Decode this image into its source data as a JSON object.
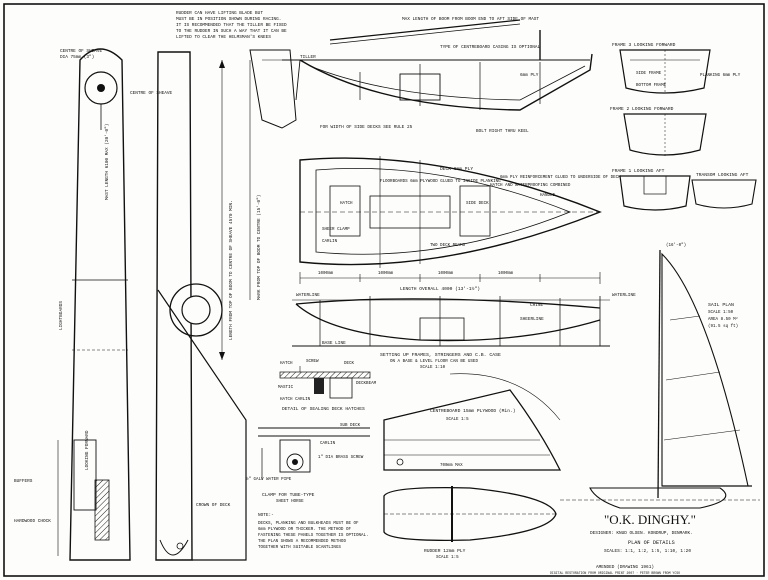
{
  "sheet": {
    "note_top_left": [
      "RUDDER CAN HAVE LIFTING BLADE BUT",
      "MUST BE IN POSITION SHOWN DURING RACING.",
      "IT IS RECOMMENDED THAT THE TILLER BE FIXED",
      "TO THE RUDDER IN SUCH A WAY THAT IT CAN BE",
      "LIFTED TO CLEAR THE HELMSMAN'S KNEES"
    ],
    "centre_of_sheave": "CENTRE OF SHEAVE",
    "centre_of_sheave_right": "CENTRE OF SHEAVE",
    "sheave_dia": "DIA 75mm (3\")",
    "mast_length_label": "LENGTH FROM TOP OF BOOM TO CENTRE OF SHEAVE 4570 MIN.",
    "mast_mark": "MARK FROM TOP OF BOOM TO CENTRE (15'-0\")",
    "mast_note": "MAST LENGTH 6100 MAX (20'-0\")",
    "lightboards": "LIGHTBOARDS",
    "buffers": "BUFFERS",
    "hardwood_chock": "HARDWOOD CHOCK",
    "looking_forward_note": "LOOKING FORWARD",
    "crown_of_deck": "CROWN OF DECK",
    "top_of_centreboard": "TYPE OF CENTREBOARD CASING IS OPTIONAL",
    "boom_note": "MAX LENGTH OF BOOM FROM BOOM END TO AFT SIDE OF MAST",
    "tiller": "TILLER",
    "plank_label": "6mm PLY",
    "deck_label": "DECK 6mm PLY",
    "frame3": "FRAME 3 LOOKING FORWARD",
    "frame2": "FRAME 2 LOOKING FORWARD",
    "frame1": "FRAME 1 LOOKING AFT",
    "transom": "TRANSOM LOOKING AFT",
    "bottom_frame": "BOTTOM FRAME",
    "side_frame": "SIDE FRAME",
    "planking": "PLANKING 6mm PLY",
    "decks_note": [
      "FOR WIDTH OF SIDE DECKS SEE RULE 25"
    ],
    "bolt_note": [
      "BOLT RIGHT THRU KEEL"
    ],
    "hatch": "HATCH",
    "sheerclamp": "SHEER CLAMP",
    "side_deck": "SIDE DECK",
    "carlin": "CARLIN",
    "floorboard": "FLOORBOARDS 6mm PLYWOOD GLUED TO INSIDE PLANKING",
    "two_deck_beams": "TWO DECK BEAMS",
    "reinforcement": "6mm PLY REINFORCEMENT GLUED TO UNDERSIDE OF DECK",
    "handle": "HANDLE",
    "hatch_waterproofing": "HATCH AND WATERPROOFING COMBINED",
    "length_overall": "LENGTH OVERALL 4000 (13'-1½\")",
    "dimension_1": "1000mm",
    "dimension_2": "1000mm",
    "dimension_3": "1000mm",
    "dimension_4": "1000mm",
    "waterline": "WATERLINE",
    "waterline_right": "WATERLINE",
    "base_line": "BASE LINE",
    "chine": "CHINE",
    "sheerline": "SHEERLINE",
    "setting_up": "SETTING UP FRAMES, STRINGERS AND C.B. CASE",
    "setting_up_sub": "ON A BASE & LEVEL FLOOR CAN BE USED",
    "setting_up_scale": "SCALE 1:10",
    "hatch_cover": "HATCH",
    "screw": "SCREW",
    "mastic": "MASTIC",
    "deckbeam": "DECKBEAM",
    "hatch_carlin": "HATCH CARLIN",
    "deck_small": "DECK",
    "sealing_detail": "DETAIL OF SEALING DECK HATCHES",
    "centreboard_title": "CENTREBOARD 15mm PLYWOOD (Min.)",
    "centreboard_scale": "SCALE 1:5",
    "centreboard_dim": "700mm MAX",
    "clamp_title": "CLAMP FOR TUBE-TYPE",
    "clamp_sub": "SHEET HORSE",
    "tube_label": "1\" DIA BRASS SCREW",
    "pipe_label": "½\" GALV WATER PIPE",
    "sub_deck": "SUB DECK",
    "notes_title": "NOTE:-",
    "notes": [
      "DECKS, PLANKING AND BULKHEADS MUST BE OF",
      "6mm PLYWOOD OR THICKER. THE METHOD OF",
      "FASTENING THESE PANELS TOGETHER IS OPTIONAL.",
      "THE PLAN SHOWS A RECOMMENDED METHOD",
      "TOGETHER WITH SUITABLE SCANTLINGS"
    ],
    "rudder_title": "RUDDER 12mm PLY",
    "rudder_scale": "SCALE 1:5",
    "sail_plan_title": "SAIL PLAN",
    "sail_plan_scale": "SCALE 1:50",
    "sail_area": "AREA 8.50 M²",
    "sail_area_ft": "(91.5 sq ft)",
    "main_title": "\"O.K. DINGHY.\"",
    "designer": "DESIGNER: KNUD OLSEN. KONDRUP, DENMARK.",
    "plan_of_details": "PLAN OF DETAILS",
    "scales": "SCALES: 1:1, 1:2, 1:5, 1:10, 1:20",
    "amended": "AMENDED (DRAWING 1961)",
    "footer_left": "DIGITAL RESTORATION FROM ORIGINAL PRINT 2007 · PETER BROWN FROM YCSO",
    "measure_16": "(16'-0\")"
  }
}
